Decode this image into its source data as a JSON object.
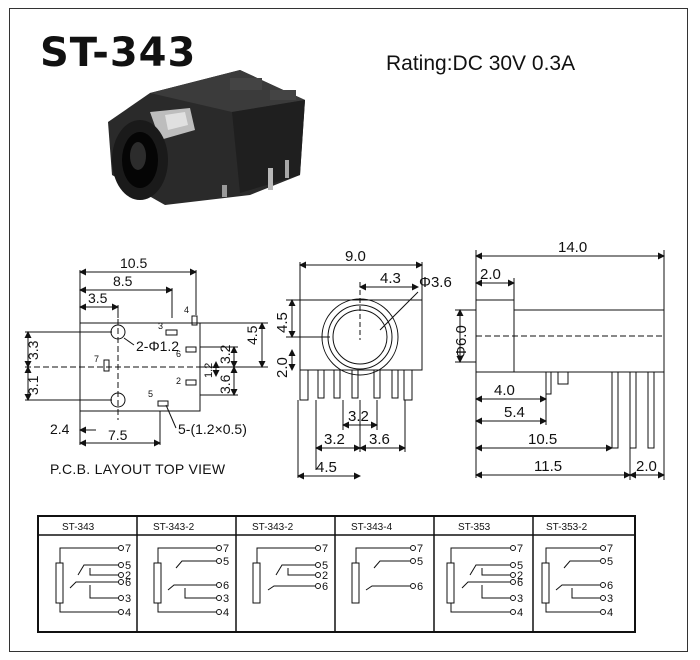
{
  "header": {
    "title": "ST-343",
    "rating": "Rating:DC 30V 0.3A"
  },
  "pcb": {
    "caption": "P.C.B. LAYOUT TOP VIEW",
    "dims": {
      "w105": "10.5",
      "w85": "8.5",
      "w35": "3.5",
      "hole": "2-Φ1.2",
      "slot": "5-(1.2×0.5)",
      "h33": "3.3",
      "h31": "3.1",
      "w24": "2.4",
      "w75": "7.5",
      "h45": "4.5",
      "h32": "3.2",
      "h36": "3.6",
      "h12": "1.2"
    },
    "pins": [
      "4",
      "3",
      "6",
      "7",
      "2",
      "5"
    ]
  },
  "front": {
    "dims": {
      "w90": "9.0",
      "w43": "4.3",
      "dia": "Φ3.6",
      "h45": "4.5",
      "h20": "2.0",
      "w32a": "3.2",
      "w32b": "3.2",
      "w36": "3.6",
      "w45": "4.5"
    }
  },
  "side": {
    "dims": {
      "w140": "14.0",
      "w20a": "2.0",
      "dia": "Φ6.0",
      "w40": "4.0",
      "w54": "5.4",
      "w105": "10.5",
      "w115": "11.5",
      "w20b": "2.0"
    }
  },
  "table": {
    "models": [
      "ST-343",
      "ST-343-2",
      "ST-343-2",
      "ST-343-4",
      "ST-353",
      "ST-353-2"
    ],
    "pin_sets": [
      [
        "7",
        "5",
        "2",
        "6",
        "3",
        "4"
      ],
      [
        "7",
        "5",
        "6",
        "3",
        "4"
      ],
      [
        "7",
        "5",
        "2",
        "6"
      ],
      [
        "7",
        "5",
        "6"
      ],
      [
        "7",
        "5",
        "2",
        "6",
        "3",
        "4"
      ],
      [
        "7",
        "5",
        "6",
        "3",
        "4"
      ]
    ]
  }
}
